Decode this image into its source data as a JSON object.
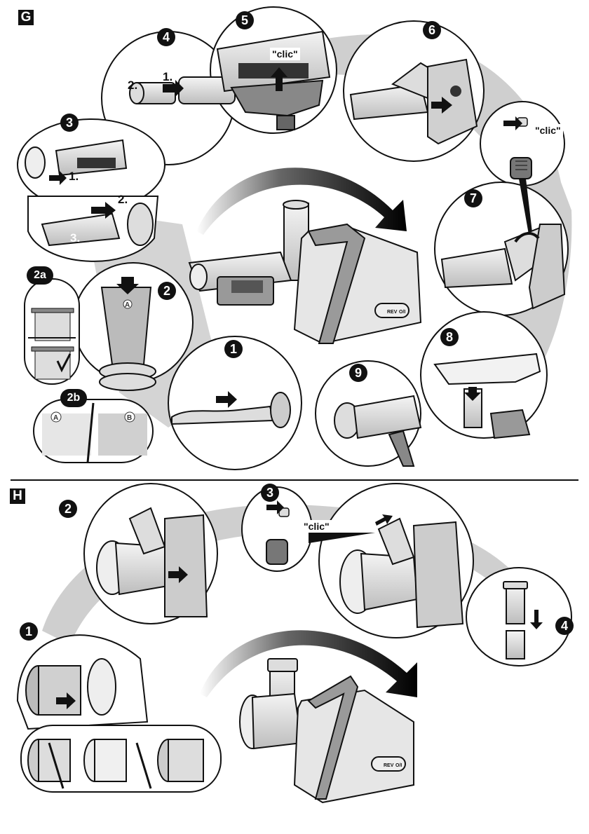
{
  "sections": [
    {
      "label": "G",
      "steps": [
        "1",
        "2",
        "2a",
        "2b",
        "3",
        "4",
        "5",
        "6",
        "7",
        "8",
        "9"
      ],
      "sub_labels": {
        "step3_a": "1.",
        "step3_b": "2.",
        "step3_c": "3.",
        "step4_a": "1.",
        "step4_b": "2."
      },
      "sound_labels": [
        "\"clic\"",
        "\"clic\""
      ],
      "strainer_marks": {
        "a": "A",
        "b": "B"
      },
      "device_buttons": {
        "rev": "REV",
        "power": "O/I"
      }
    },
    {
      "label": "H",
      "steps": [
        "1",
        "2",
        "3",
        "4"
      ],
      "sound_labels": [
        "\"clic\""
      ],
      "device_buttons": {
        "rev": "REV",
        "power": "O/I"
      }
    }
  ],
  "colors": {
    "ink": "#111111",
    "shadow": "#c8c8c8",
    "body": "#e2e2e2",
    "handle": "#9a9a9a"
  }
}
